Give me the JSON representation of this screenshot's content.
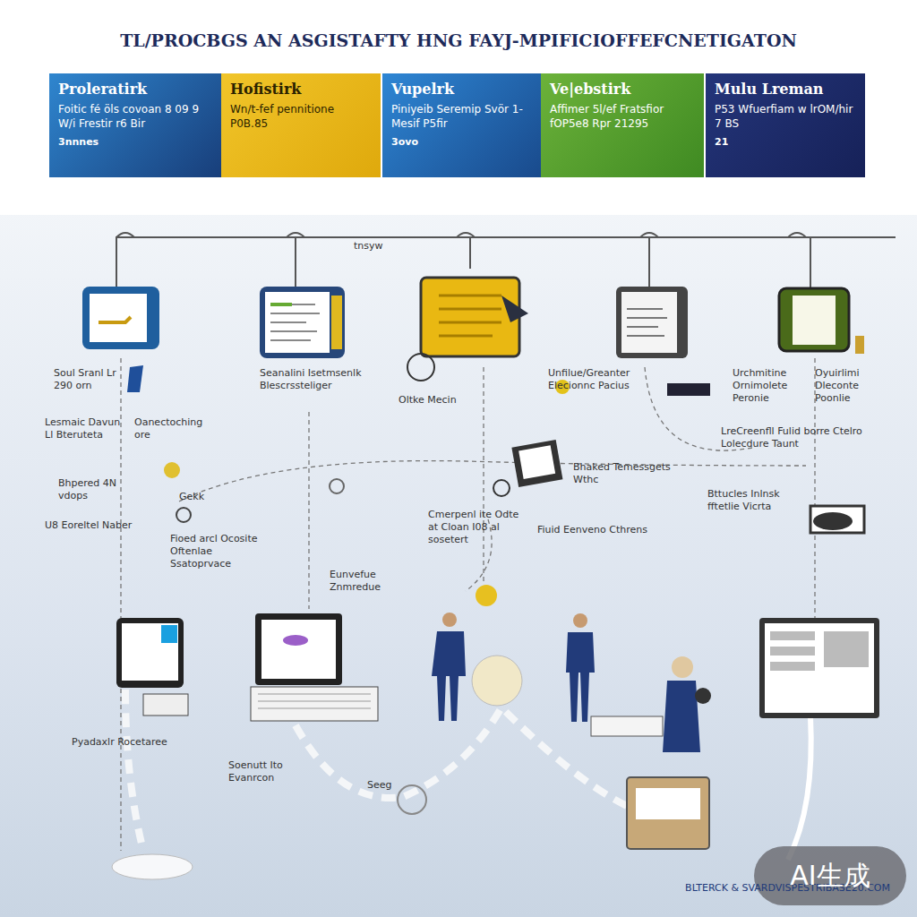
{
  "diagram": {
    "title": "TL/PROCBGS AN ASGISTAFTY HNG FAYJ-MPIFICIOFFEFCNETIGATON",
    "nodes": [
      {
        "text": [
          "Proleratirk",
          "Foitic fé öls covoan 8 09 9 W/i Frestir r6 Bir",
          "3nnnes"
        ]
      },
      {
        "text": [
          "Hofistirk",
          "Wn/t-fef pennitione P0B.85"
        ]
      },
      {
        "text": [
          "Vupelrk",
          "Piniyeib Seremip Svör 1-Mesif P5fir",
          "3ovo"
        ]
      },
      {
        "text": [
          "Ve|ebstirk",
          "Affimer 5l/ef Fratsfior fOP5e8 Rpr 21295"
        ]
      },
      {
        "text": [
          "Mulu Lreman",
          "P53 Wfuerfiam w lrOM/hir 7 BS",
          "21"
        ]
      }
    ],
    "labels": [
      "tnsyw",
      "Soul Sranl Lr 290 orn",
      "Seanalini Isetmsenlk Blescrssteliger",
      "Oltke Mecin",
      "Unfilue/Greanter Elecionnc Pacius",
      "Urchmitine Ornimolete Peronie",
      "Oyuirlimi Dleconte Poonlie",
      "Lesmaic Davun Ll Bteruteta",
      "Oanectoching ore",
      "LreCreenfll Fulid borre Ctelro Lolecdure Taunt",
      "Bhpered 4N vdops",
      "Gekk",
      "U8 Eoreltel Naber",
      "Fioed arcl Ocosite Oftenlae Ssatoprvace",
      "Bhaked Temessgets Wthc",
      "Bttucles Inlnsk fftetlie Vicrta",
      "Cmerpenl ite Odte at Cloan I08 al sosetert",
      "Fiuid Eenveno Cthrens",
      "Eunvefue Znmredue",
      "Pyadaxlr Rocetaree",
      "Soenutt Ito Evanrcon",
      "Seeg",
      "BLTERCK & SVARDVISPESTRIBASE20.COM",
      "AI生成"
    ]
  }
}
